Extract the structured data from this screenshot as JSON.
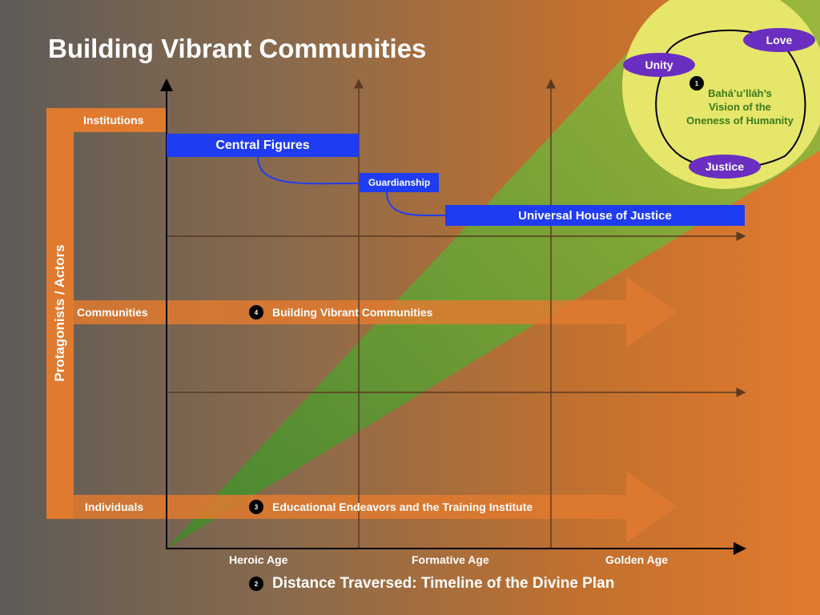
{
  "title": "Building Vibrant Communities",
  "vision": {
    "badge": "1",
    "text_lines": [
      "Bahá’u’lláh’s",
      "Vision of the",
      "Oneness of Humanity"
    ],
    "values": [
      "Love",
      "Unity",
      "Justice"
    ]
  },
  "y_axis_label": "Protagonists / Actors",
  "rows": [
    "Institutions",
    "Communities",
    "Individuals"
  ],
  "institutions": [
    "Central Figures",
    "Guardianship",
    "Universal House of Justice"
  ],
  "arrows": [
    {
      "badge": "4",
      "label": "Building Vibrant Communities"
    },
    {
      "badge": "3",
      "label": "Educational Endeavors and the Training Institute"
    }
  ],
  "ages": [
    "Heroic Age",
    "Formative Age",
    "Golden Age"
  ],
  "x_axis": {
    "badge": "2",
    "label": "Distance Traversed: Timeline of the Divine Plan"
  },
  "colors": {
    "orange": "#e07a2f",
    "blue": "#1f3cf2",
    "purple": "#6a2fc0",
    "green": "#7bb33a",
    "yellow": "#e6e66a"
  }
}
